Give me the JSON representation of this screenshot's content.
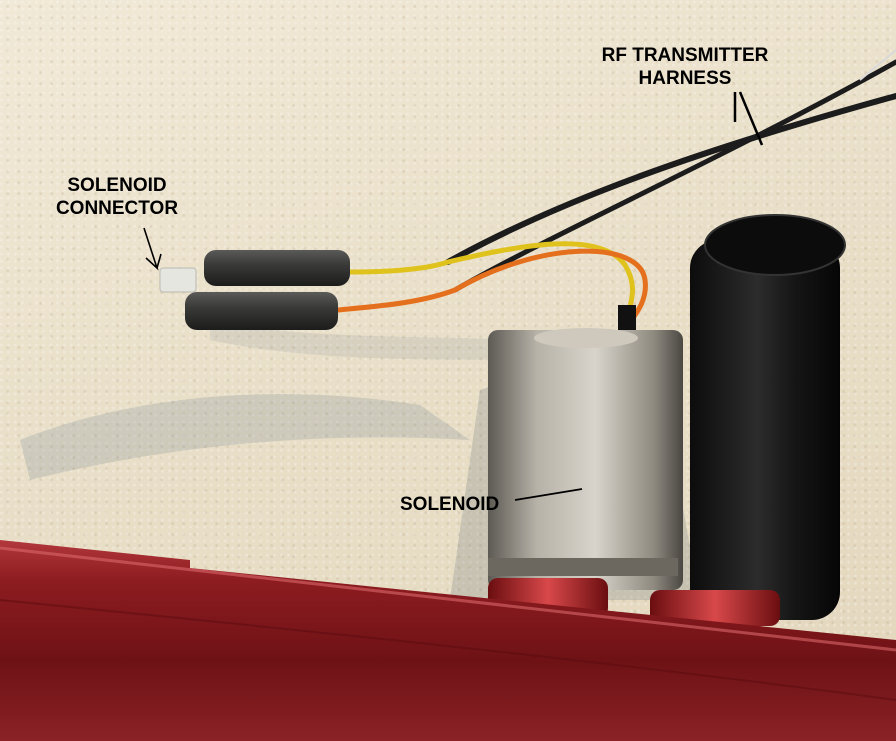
{
  "labels": {
    "rf_line1": "RF TRANSMITTER",
    "rf_line2": "HARNESS",
    "connector_line1": "SOLENOID",
    "connector_line2": "CONNECTOR",
    "solenoid": "SOLENOID"
  },
  "colors": {
    "background": "#ece3cf",
    "frame": "#8c1a1e",
    "solenoid_body": "#a8a39a",
    "black_cylinder": "#161616",
    "wire_yellow": "#e0c21c",
    "wire_orange": "#e4701e",
    "wire_black": "#1c1c1c"
  }
}
